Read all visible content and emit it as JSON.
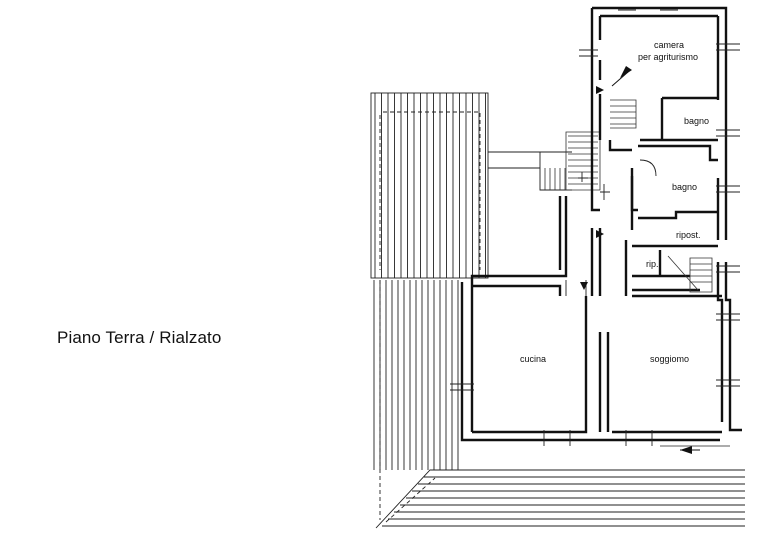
{
  "plan": {
    "title": "Piano Terra / Rialzato",
    "rooms": {
      "camera_line1": "camera",
      "camera_line2": "per agriturismo",
      "bagno_top": "bagno",
      "bagno_mid": "bagno",
      "ripost": "ripost.",
      "rip": "rip.",
      "cucina": "cucina",
      "soggiorno": "soggiomo"
    },
    "colors": {
      "ink": "#111111",
      "paper": "#ffffff"
    }
  }
}
